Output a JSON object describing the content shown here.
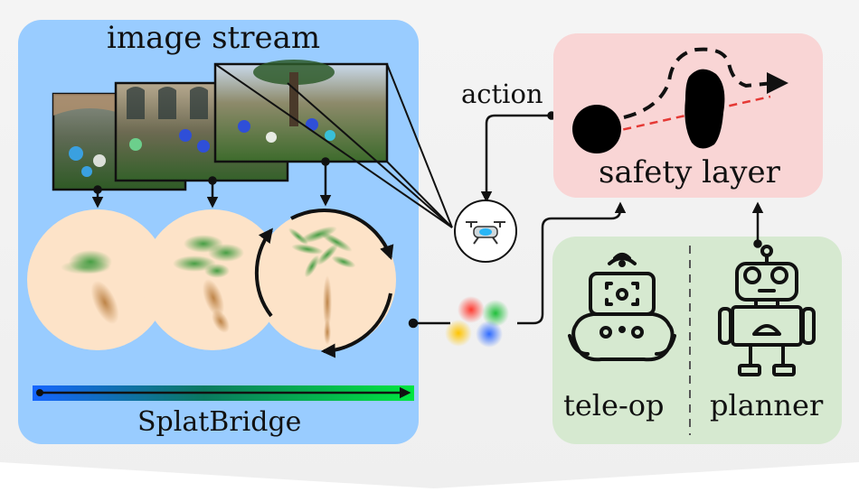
{
  "title": "image stream",
  "pipeline_label": "SplatBridge",
  "action_label": "action",
  "safety_label": "safety layer",
  "teleop_label": "tele-op",
  "planner_label": "planner",
  "icons": {
    "drone": "drone-icon",
    "teleop": "game-controller-icon",
    "planner": "robot-icon",
    "splats": "gaussian-splats-icon"
  },
  "colors": {
    "splatbridge_panel": "#99ccff",
    "safety_panel": "#f9d5d5",
    "operator_panel": "#d6e9d0",
    "splat_disc": "#fde3c8",
    "trajectory_nominal": "#e53935",
    "gradient_start": "#1565ff",
    "gradient_end": "#00e640"
  }
}
